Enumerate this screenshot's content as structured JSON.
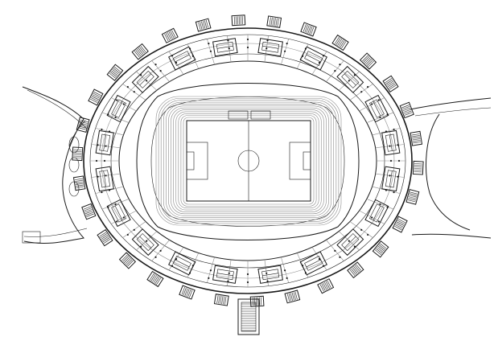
{
  "drawing": {
    "type": "stadium-floor-plan",
    "line_color": "#1a1a1a",
    "background": "#ffffff",
    "pitch_color": "#ffffff",
    "stair_tower_count": 30,
    "column_dot_count": 96,
    "core_block_count": 20,
    "access_ramp_count": 3
  }
}
